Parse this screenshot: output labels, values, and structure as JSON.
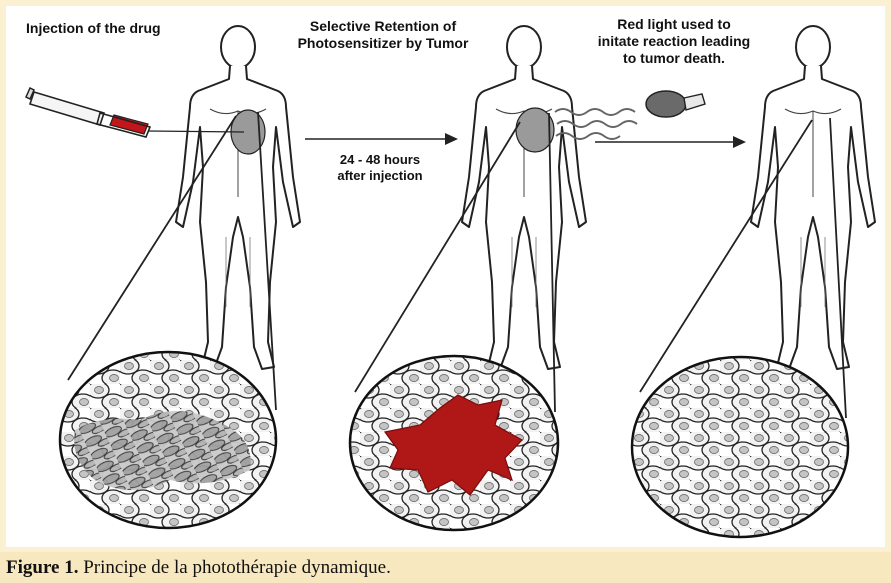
{
  "labels": {
    "step1": "Injection of the drug",
    "step2": "Selective Retention of\nPhotosensitizer by Tumor",
    "step3": "Red light used to\ninitate reaction leading\nto tumor death.",
    "arrow_time": "24 - 48 hours\nafter injection"
  },
  "caption": {
    "prefix": "Figure 1.",
    "text": " Principe de la photothérapie dynamique."
  },
  "colors": {
    "tumor_red": "#b01818",
    "cell_fill": "#d8d8d8",
    "tumor_gray": "#a8a8a8",
    "panel_bg": "#fbf0d2"
  }
}
